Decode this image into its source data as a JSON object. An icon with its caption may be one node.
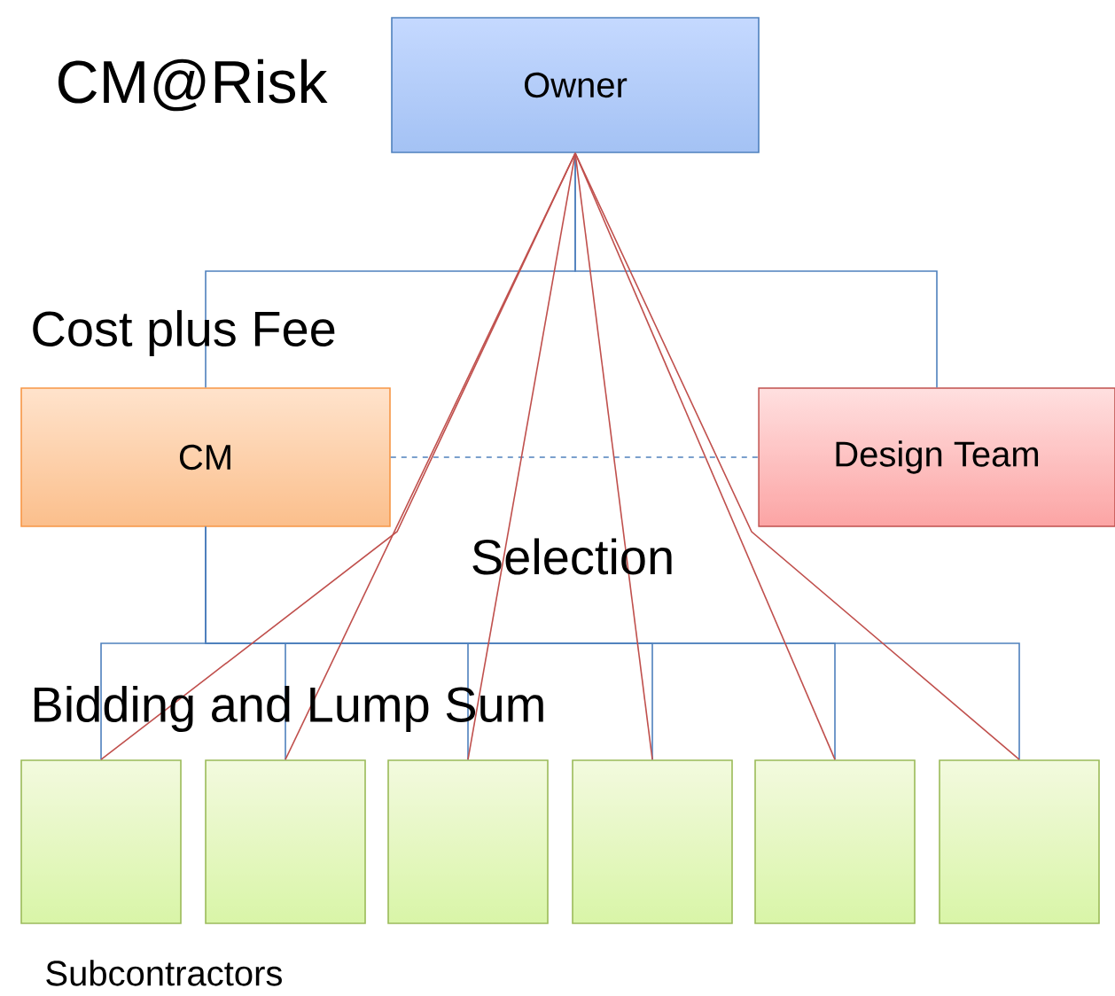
{
  "diagram": {
    "title": "CM@Risk",
    "nodes": [
      {
        "text": [
          "Owner"
        ]
      },
      {
        "text": [
          "CM"
        ]
      },
      {
        "text": [
          "Design Team"
        ]
      },
      {
        "text": [],
        "shape": "box"
      },
      {
        "text": [],
        "shape": "box"
      },
      {
        "text": [],
        "shape": "box"
      },
      {
        "text": [],
        "shape": "box"
      },
      {
        "text": [],
        "shape": "box"
      },
      {
        "text": [],
        "shape": "box"
      }
    ],
    "edges": [
      {
        "from": 0,
        "to": 1,
        "arrow": "none"
      },
      {
        "from": 0,
        "to": 2,
        "arrow": "none"
      },
      {
        "from": 1,
        "to": 2,
        "arrow": "none",
        "style": "dashed"
      },
      {
        "from": 1,
        "to": 3,
        "arrow": "none"
      },
      {
        "from": 1,
        "to": 4,
        "arrow": "none"
      },
      {
        "from": 1,
        "to": 5,
        "arrow": "none"
      },
      {
        "from": 1,
        "to": 6,
        "arrow": "none"
      },
      {
        "from": 1,
        "to": 7,
        "arrow": "none"
      },
      {
        "from": 1,
        "to": 8,
        "arrow": "none"
      },
      {
        "from": 0,
        "to": 3,
        "arrow": "none",
        "color": "#c0504d"
      },
      {
        "from": 0,
        "to": 4,
        "arrow": "none",
        "color": "#c0504d"
      },
      {
        "from": 0,
        "to": 5,
        "arrow": "none",
        "color": "#c0504d"
      },
      {
        "from": 0,
        "to": 6,
        "arrow": "none",
        "color": "#c0504d"
      },
      {
        "from": 0,
        "to": 7,
        "arrow": "none",
        "color": "#c0504d"
      },
      {
        "from": 0,
        "to": 8,
        "arrow": "none",
        "color": "#c0504d"
      }
    ],
    "labels": [
      "Cost plus Fee",
      "Selection",
      "Bidding and Lump Sum",
      "Subcontractors"
    ]
  }
}
